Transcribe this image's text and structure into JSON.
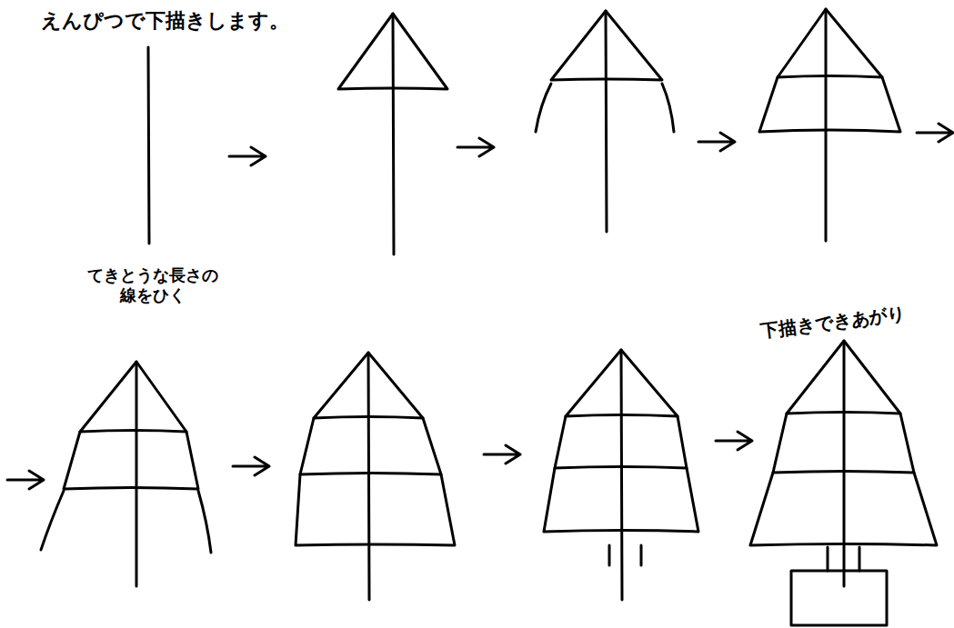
{
  "diagram": {
    "labels": [
      "えんぴつで下描きします。",
      "てきとうな長さの 線をひく",
      "下描きできあがり"
    ]
  }
}
